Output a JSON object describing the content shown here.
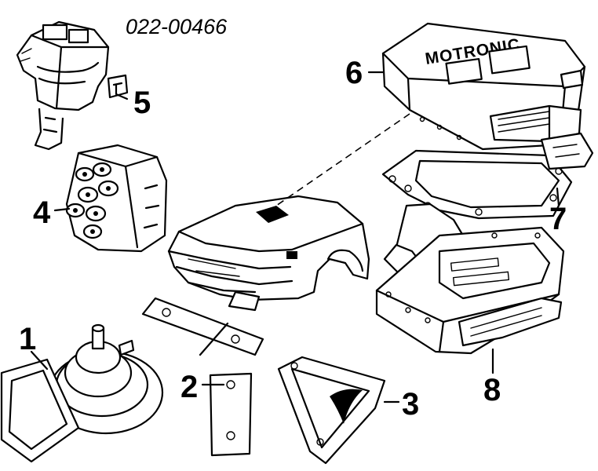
{
  "diagram_code": "022-00466",
  "brand_label": "MOTRONIC",
  "callouts": [
    "1",
    "2",
    "3",
    "4",
    "5",
    "6",
    "7",
    "8"
  ]
}
